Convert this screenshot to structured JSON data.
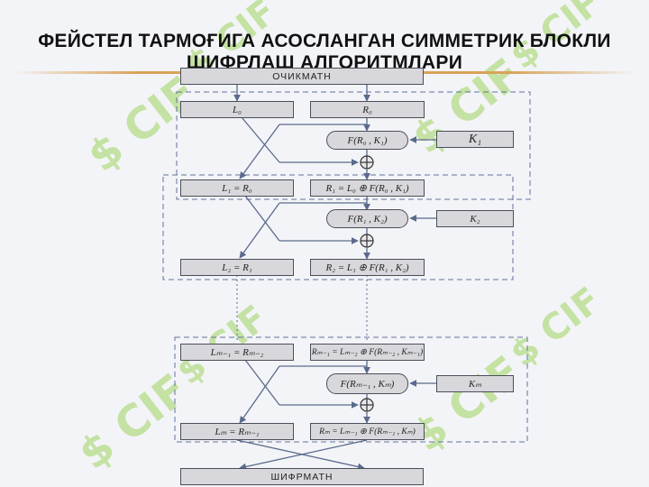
{
  "title_line1": "ФЕЙСТЕЛ ТАРМОҒИГА АСОСЛАНГАН СИММЕТРИК БЛОКЛИ",
  "title_line2": "ШИФРЛАШ АЛГОРИТМЛАРИ",
  "watermark_text": "$ CIF",
  "colors": {
    "box_fill": "#d8d8dc",
    "line": "#5a6a8c",
    "dash": "#6272a0",
    "watermark": "#8ccd3c"
  },
  "plaintext_label": "ОЧИКМАТН",
  "ciphertext_label": "ШИФРМАТН",
  "round1": {
    "left_label": "L₀",
    "right_label": "R₀",
    "f_label": "F(R₀ , K₁)",
    "key_label": "K₁"
  },
  "round2": {
    "left_label": "L₁ = R₀",
    "right_label": "R₁ = L₀ ⊕ F(R₀ , K₁)",
    "f_label": "F(R₁ , K₂)",
    "key_label": "K₂"
  },
  "round3": {
    "left_label": "L₂ = R₁",
    "right_label": "R₂ = L₁ ⊕ F(R₁ , K₂)"
  },
  "round_m": {
    "left_label": "Lₘ₋₁ = Rₘ₋₂",
    "right_label": "Rₘ₋₁ = Lₘ₋₂ ⊕ F(Rₘ₋₂ , Kₘ₋₁)",
    "f_label": "F(Rₘ₋₁ , Kₘ)",
    "key_label": "Kₘ"
  },
  "final": {
    "left_label": "Lₘ = Rₘ₋₁",
    "right_label": "Rₘ = Lₘ₋₁ ⊕ F(Rₘ₋₁ , Kₘ)"
  }
}
